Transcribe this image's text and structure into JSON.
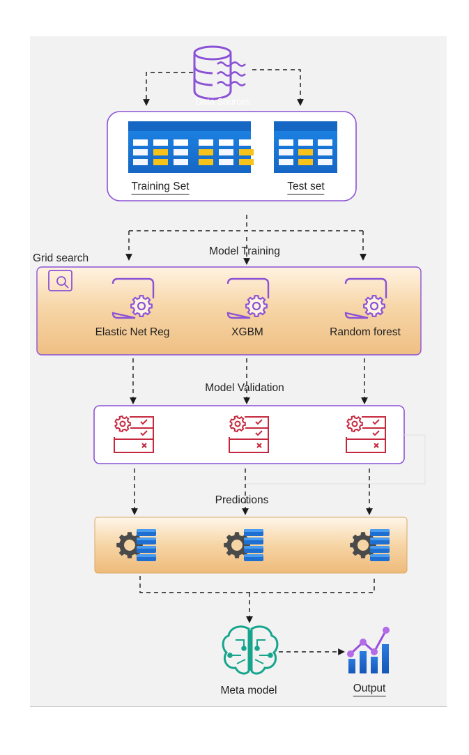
{
  "source": {
    "label": "Data Sources"
  },
  "split": {
    "training_label": "Training Set",
    "test_label": "Test set"
  },
  "training_stage": {
    "title": "Model Training",
    "grid_search_label": "Grid search",
    "models": [
      {
        "label": "Elastic Net Reg"
      },
      {
        "label": "XGBM"
      },
      {
        "label": "Random forest"
      }
    ]
  },
  "validation_stage": {
    "title": "Model Validation"
  },
  "prediction_stage": {
    "title": "Predictions"
  },
  "meta": {
    "label": "Meta model"
  },
  "output": {
    "label": "Output"
  },
  "colors": {
    "purple": "#8b52d6",
    "blue": "#1f7ad9",
    "yellow": "#f7c21a",
    "crimson": "#c5283d",
    "teal": "#16a58c",
    "orange_band": "#f2c58d"
  }
}
